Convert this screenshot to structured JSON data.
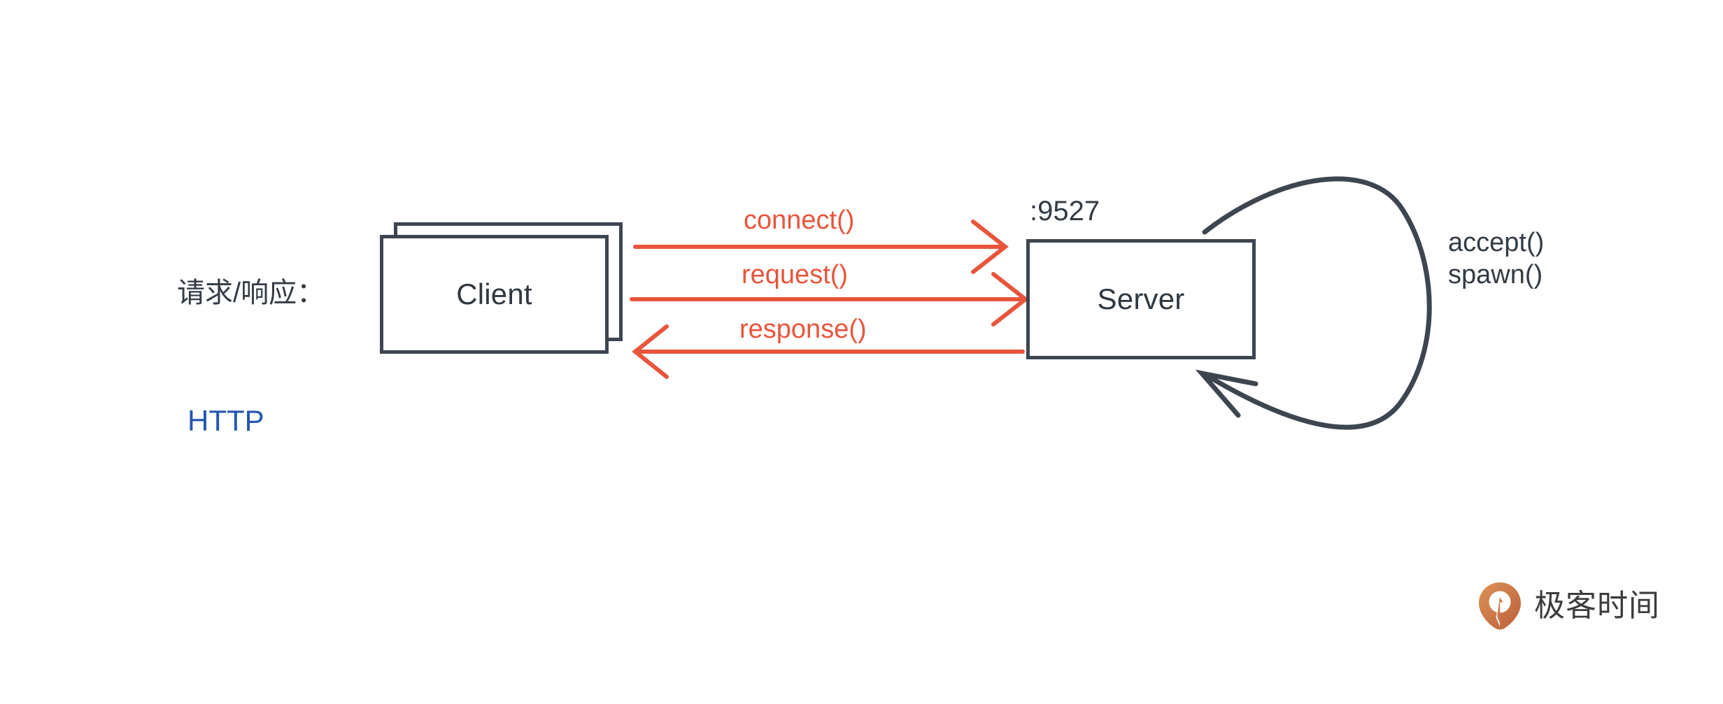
{
  "diagram": {
    "title": "Client-Server HTTP request/response diagram",
    "background": "#ffffff",
    "stroke_color": "#3d4550",
    "arrow_color": "#e8553c",
    "text_color": "#333b44",
    "link_color": "#2556ae"
  },
  "labels": {
    "request_response": "请求/响应：",
    "protocol": "HTTP",
    "port": ":9527"
  },
  "nodes": {
    "client": {
      "label": "Client",
      "stacked": true
    },
    "server": {
      "label": "Server",
      "stacked": false
    }
  },
  "arrows": [
    {
      "name": "connect",
      "caption": "connect()",
      "direction": "right",
      "from": "client",
      "to": "server"
    },
    {
      "name": "request",
      "caption": "request()",
      "direction": "right",
      "from": "client",
      "to": "server"
    },
    {
      "name": "response",
      "caption": "response()",
      "direction": "left",
      "from": "server",
      "to": "client"
    }
  ],
  "loop": {
    "label_line1": "accept()",
    "label_line2": "spawn()",
    "target": "server",
    "description": "self-loop from server top-right around to server bottom-left"
  },
  "brand": {
    "wordmark": "极客时间",
    "icon": "geektime-pin-icon",
    "icon_color_start": "#d98a4e",
    "icon_color_end": "#c1663f"
  }
}
